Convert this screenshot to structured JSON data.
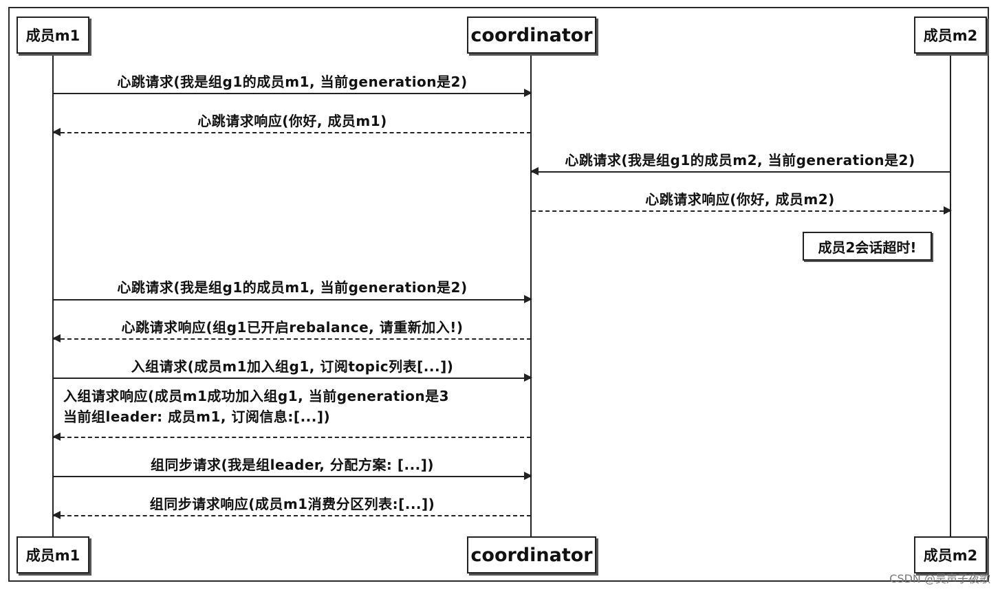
{
  "actors": {
    "m1_top": "成员m1",
    "coord_top": "coordinator",
    "m2_top": "成员m2",
    "m1_bottom": "成员m1",
    "coord_bottom": "coordinator",
    "m2_bottom": "成员m2"
  },
  "messages": [
    {
      "text": "心跳请求(我是组g1的成员m1, 当前generation是2)",
      "from": "成员m1",
      "to": "coordinator",
      "style": "solid"
    },
    {
      "text": "心跳请求响应(你好, 成员m1)",
      "from": "coordinator",
      "to": "成员m1",
      "style": "dashed"
    },
    {
      "text": "心跳请求(我是组g1的成员m2, 当前generation是2)",
      "from": "成员m2",
      "to": "coordinator",
      "style": "solid"
    },
    {
      "text": "心跳请求响应(你好, 成员m2)",
      "from": "coordinator",
      "to": "成员m2",
      "style": "dashed"
    },
    {
      "text": "心跳请求(我是组g1的成员m1, 当前generation是2)",
      "from": "成员m1",
      "to": "coordinator",
      "style": "solid"
    },
    {
      "text": "心跳请求响应(组g1已开启rebalance, 请重新加入!)",
      "from": "coordinator",
      "to": "成员m1",
      "style": "dashed"
    },
    {
      "text": "入组请求(成员m1加入组g1, 订阅topic列表[...])",
      "from": "成员m1",
      "to": "coordinator",
      "style": "solid"
    },
    {
      "text": "入组请求响应(成员m1成功加入组g1, 当前generation是3",
      "text2": "当前组leader: 成员m1, 订阅信息:[...])",
      "from": "coordinator",
      "to": "成员m1",
      "style": "dashed"
    },
    {
      "text": "组同步请求(我是组leader, 分配方案: [...])",
      "from": "成员m1",
      "to": "coordinator",
      "style": "solid"
    },
    {
      "text": "组同步请求响应(成员m1消费分区列表:[...])",
      "from": "coordinator",
      "to": "成员m1",
      "style": "dashed"
    }
  ],
  "note": "成员2会话超时!",
  "watermark": "CSDN @吴声子夜歌"
}
